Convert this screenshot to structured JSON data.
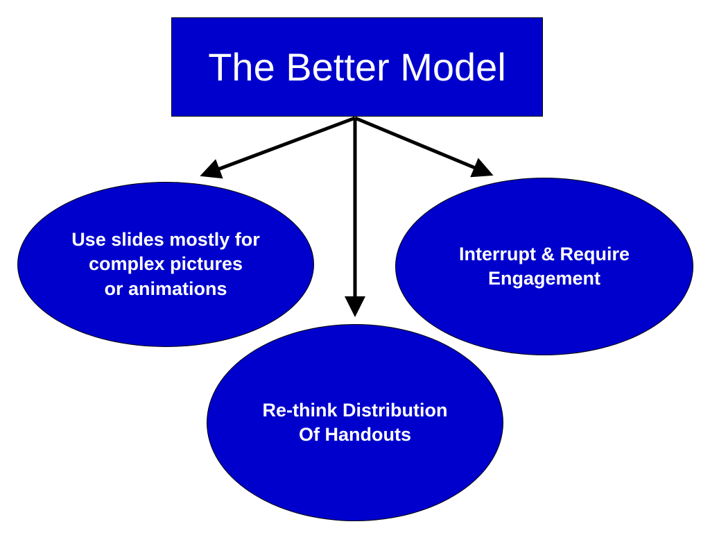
{
  "title": "The Better Model",
  "nodes": {
    "left": "Use slides mostly for\ncomplex pictures\nor animations",
    "right": "Interrupt & Require\nEngagement",
    "bottom": "Re-think Distribution\nOf Handouts"
  },
  "colors": {
    "box_fill": "#0000cc",
    "text": "#ffffff",
    "arrow": "#000000",
    "background": "#ffffff"
  }
}
